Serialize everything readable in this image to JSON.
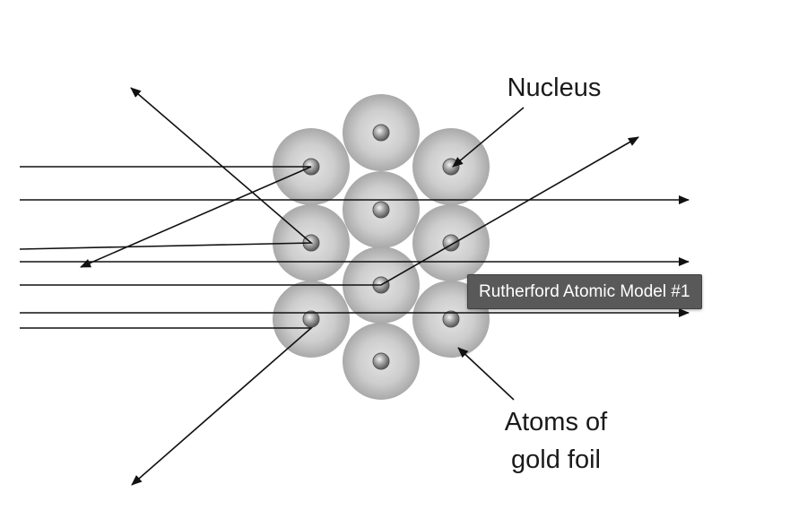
{
  "labels": {
    "nucleus": "Nucleus",
    "atoms_line1": "Atoms of",
    "atoms_line2": "gold foil"
  },
  "tooltip": {
    "text": "Rutherford Atomic Model #1"
  },
  "colors": {
    "line": "#111111",
    "atom_edge": "#9a9a9a",
    "atom_fill": "#c6c6c6",
    "tooltip_bg": "#595959"
  }
}
